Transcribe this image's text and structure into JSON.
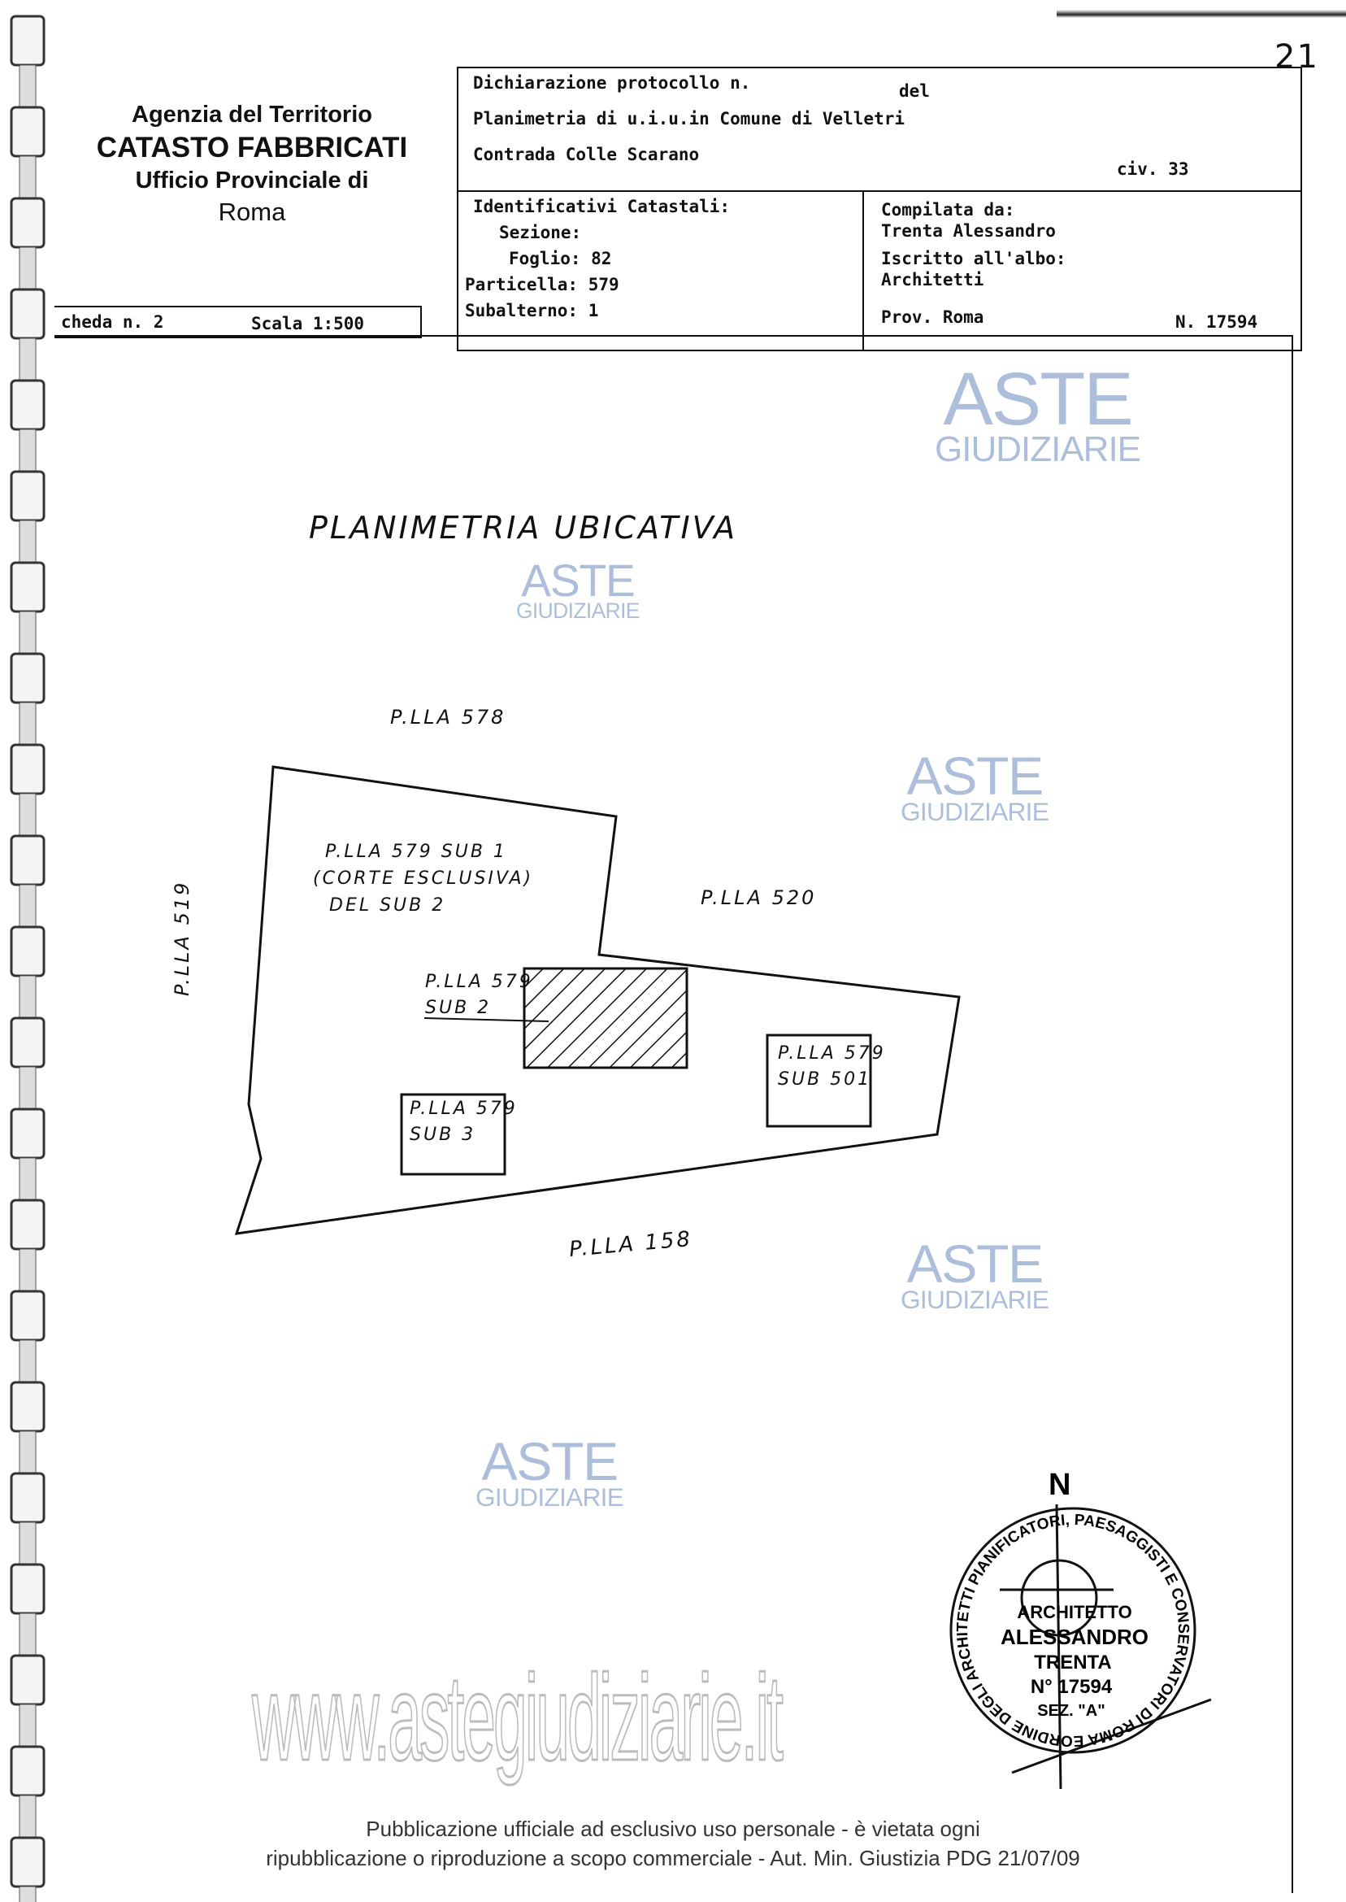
{
  "page_number": "21",
  "agency": {
    "line1": "Agenzia del Territorio",
    "line2": "CATASTO FABBRICATI",
    "line3": "Ufficio Provinciale di",
    "line4": "Roma"
  },
  "scheda": {
    "label": "cheda n. 2",
    "scale": "Scala 1:500"
  },
  "header": {
    "protocol": "Dichiarazione protocollo n.",
    "del": "del",
    "planimetry": "Planimetria di u.i.u.in Comune di Velletri",
    "address": "Contrada Colle Scarano",
    "civ": "civ. 33",
    "ids_title": "Identificativi Catastali:",
    "sezione": "Sezione:",
    "foglio": "Foglio: 82",
    "particella": "Particella: 579",
    "subalterno": "Subalterno: 1",
    "compiled_label": "Compilata da:",
    "compiled_name": "Trenta Alessandro",
    "albo_label": "Iscritto all'albo:",
    "albo": "Architetti",
    "prov": "Prov. Roma",
    "number": "N. 17594"
  },
  "drawing": {
    "title": "PLANIMETRIA UBICATIVA",
    "labels": {
      "p578": "P.LLA 578",
      "p519": "P.LLA 519",
      "p520": "P.LLA 520",
      "p158": "P.LLA 158",
      "sub1_a": "P.LLA 579 SUB 1",
      "sub1_b": "(CORTE ESCLUSIVA)",
      "sub1_c": "DEL SUB 2",
      "sub2_a": "P.LLA 579",
      "sub2_b": "SUB 2",
      "sub501_a": "P.LLA 579",
      "sub501_b": "SUB 501",
      "sub3_a": "P.LLA 579",
      "sub3_b": "SUB 3"
    },
    "north": "N"
  },
  "stamp": {
    "ring": "ORDINE DEGLI ARCHITETTI PIANIFICATORI, PAESAGGISTI E CONSERVATORI DI ROMA E PROVINCIA ★",
    "l1": "ARCHITETTO",
    "l2": "ALESSANDRO",
    "l3": "TRENTA",
    "l4": "N° 17594",
    "l5": "SEZ. \"A\""
  },
  "watermark": {
    "aste": "ASTE",
    "giudiziarie": "GIUDIZIARIE",
    "url": "www.astegiudiziarie.it"
  },
  "footer": {
    "line1": "Pubblicazione ufficiale ad esclusivo uso personale - è vietata ogni",
    "line2": "ripubblicazione o riproduzione a scopo commerciale - Aut. Min. Giustizia PDG 21/07/09"
  }
}
